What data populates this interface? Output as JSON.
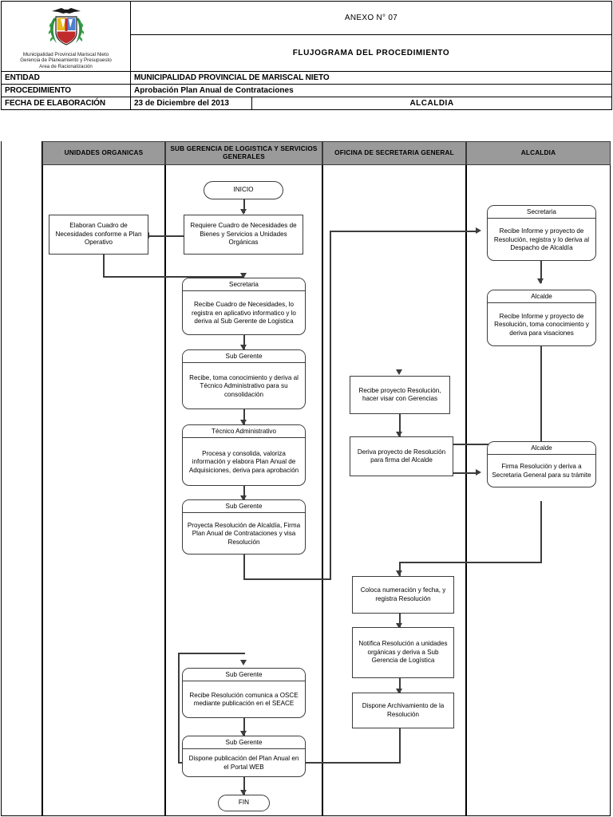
{
  "header": {
    "logo": {
      "crest_name": "municipal-coat-of-arms",
      "line1": "Municipalidad Provincial Mariscal Nieto",
      "line2": "Gerencia de Planeamiento y Presupuesto",
      "line3": "Area de Racionalización"
    },
    "anexo": "ANEXO N° 07",
    "titulo": "FLUJOGRAMA  DEL  PROCEDIMIENTO",
    "rows": [
      {
        "label": "ENTIDAD",
        "value": "MUNICIPALIDAD PROVINCIAL DE MARISCAL NIETO"
      },
      {
        "label": "PROCEDIMIENTO",
        "value": "Aprobación Plan Anual de Contrataciones"
      },
      {
        "label": "FECHA DE ELABORACIÓN",
        "value": "23 de Diciembre del 2013",
        "value2": "ALCALDIA"
      }
    ]
  },
  "lanes": [
    {
      "id": "unidades",
      "label": "UNIDADES ORGANICAS"
    },
    {
      "id": "logistica",
      "label": "SUB GERENCIA DE LOGISTICA Y SERVICIOS GENERALES"
    },
    {
      "id": "secretaria",
      "label": "OFICINA DE SECRETARIA GENERAL"
    },
    {
      "id": "alcaldia",
      "label": "ALCALDIA"
    }
  ],
  "nodes": {
    "inicio": {
      "lane": "logistica",
      "text": "INICIO"
    },
    "fin": {
      "lane": "logistica",
      "text": "FIN"
    },
    "requiere": {
      "lane": "logistica",
      "text": "Requiere Cuadro de Necesidades de Bienes y Servicios a Unidades Orgánicas"
    },
    "elaboran": {
      "lane": "unidades",
      "text": "Elaboran Cuadro de Necesidades conforme a Plan Operativo"
    },
    "recibe_cuadro": {
      "lane": "logistica",
      "title": "Secretaria",
      "text": "Recibe Cuadro de Necesidades, lo registra en aplicativo informatico y lo deriva al Sub Gerente de Logistica"
    },
    "recibe_toma": {
      "lane": "logistica",
      "title": "Sub Gerente",
      "text": "Recibe, toma conocimiento y deriva al Técnico Administrativo para su consolidación"
    },
    "procesa": {
      "lane": "logistica",
      "title": "Técnico Administrativo",
      "text": "Procesa y consolida, valoriza información y elabora Plan Anual de Adquisiciones, deriva para aprobación"
    },
    "proyecta": {
      "lane": "logistica",
      "title": "Sub Gerente",
      "text": "Proyecta Resolución de Alcaldía, Firma Plan Anual de Contrataciones y visa Resolución"
    },
    "recibe_res_osce": {
      "lane": "logistica",
      "title": "Sub Gerente",
      "text": "Recibe Resolución comunica a OSCE mediante publicación en el SEACE"
    },
    "dispone_portal": {
      "lane": "logistica",
      "title": "Sub Gerente",
      "text": "Dispone publicación del Plan Anual en el Portal WEB"
    },
    "recibe_proyecto": {
      "lane": "secretaria",
      "text": "Recibe proyecto Resolución, hacer visar con Gerencias"
    },
    "deriva_proyecto": {
      "lane": "secretaria",
      "text": "Deriva proyecto de Resolución para firma del Alcalde"
    },
    "coloca_num": {
      "lane": "secretaria",
      "text": "Coloca numeración y fecha, y registra Resolución"
    },
    "notifica": {
      "lane": "secretaria",
      "text": "Notifica Resolución a unidades orgánicas y deriva a Sub Gerencia de Logística"
    },
    "dispone_archivo": {
      "lane": "secretaria",
      "text": "Dispone Archivamiento de la Resolución"
    },
    "secretaria_alc": {
      "lane": "alcaldia",
      "title": "Secretaria",
      "text": "Recibe Informe y proyecto de Resolución, registra y lo deriva al Despacho de Alcaldía"
    },
    "alcalde_recibe": {
      "lane": "alcaldia",
      "title": "Alcalde",
      "text": "Recibe Informe y proyecto de Resolución, toma conocimiento y deriva para visaciones"
    },
    "alcalde_firma": {
      "lane": "alcaldia",
      "title": "Alcalde",
      "text": "Firma Resolución y deriva a Secretaria General para su trámite"
    }
  },
  "colors": {
    "lane_header_bg": "#9a9a9a",
    "line": "#3c3c3c",
    "border": "#000000",
    "page_bg": "#ffffff"
  }
}
